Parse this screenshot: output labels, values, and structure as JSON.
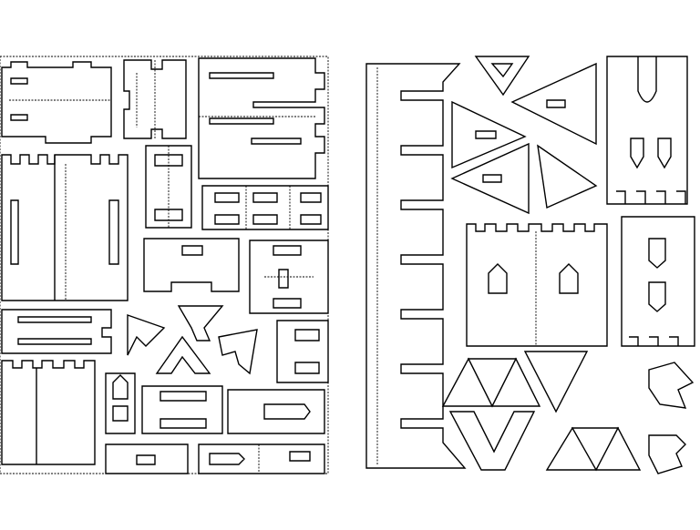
{
  "diagram": {
    "kind": "laser-cut castle parts layout",
    "panels": [
      "left-sheet",
      "right-sheet"
    ],
    "colors": {
      "background": "#ffffff",
      "line": "#000000"
    },
    "labels": []
  }
}
